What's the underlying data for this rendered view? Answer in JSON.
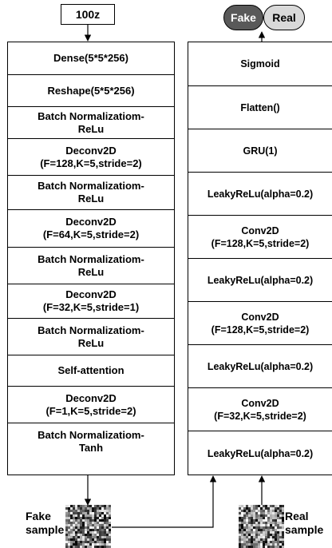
{
  "generator": {
    "input": "100z",
    "layers": [
      "Dense(5*5*256)",
      "Reshape(5*5*256)",
      "Batch Normalizatiom-\nReLu",
      "Deconv2D\n(F=128,K=5,stride=2)",
      "Batch Normalizatiom-\nReLu",
      "Deconv2D\n(F=64,K=5,stride=2)",
      "Batch Normalizatiom-\nReLu",
      "Deconv2D\n(F=32,K=5,stride=1)",
      "Batch Normalizatiom-\nReLu",
      "Self-attention",
      "Deconv2D\n(F=1,K=5,stride=2)",
      "Batch Normalizatiom-\nTanh"
    ],
    "output_caption": "Fake\nsample"
  },
  "discriminator": {
    "outputs": {
      "fake": "Fake",
      "real": "Real"
    },
    "layers": [
      "Sigmoid",
      "Flatten()",
      "GRU(1)",
      "LeakyReLu(alpha=0.2)",
      "Conv2D\n(F=128,K=5,stride=2)",
      "LeakyReLu(alpha=0.2)",
      "Conv2D\n(F=128,K=5,stride=2)",
      "LeakyReLu(alpha=0.2)",
      "Conv2D\n(F=32,K=5,stride=2)",
      "LeakyReLu(alpha=0.2)"
    ],
    "input_caption": "Real\nsample"
  },
  "colors": {
    "fake_pill": "#595959",
    "real_pill": "#d9d9d9",
    "line": "#000000"
  }
}
